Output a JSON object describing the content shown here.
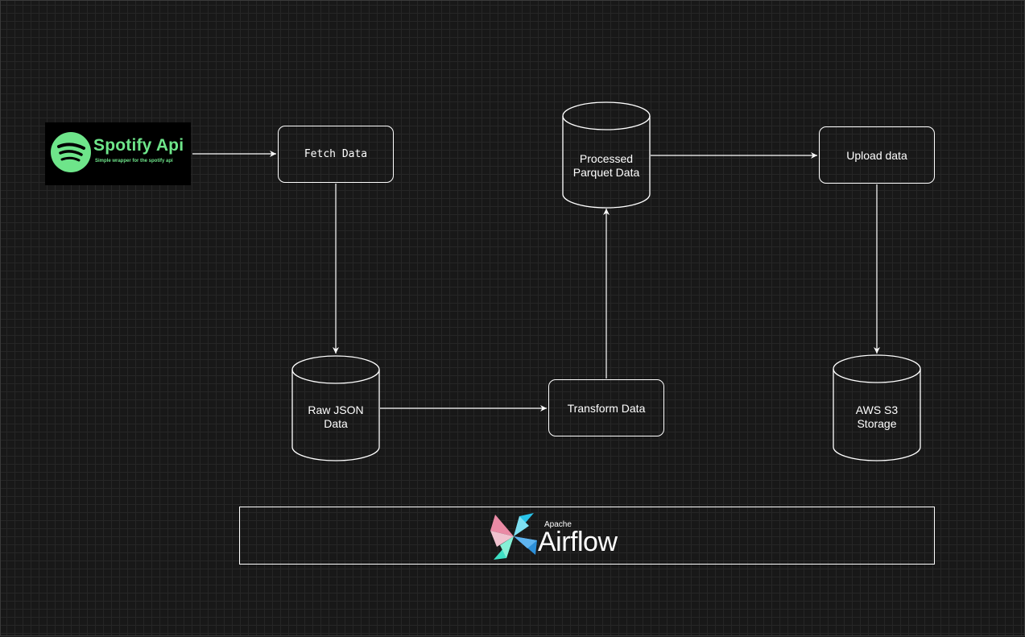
{
  "diagram": {
    "nodes": {
      "fetch": "Fetch Data",
      "raw_line1": "Raw JSON",
      "raw_line2": "Data",
      "transform": "Transform Data",
      "processed_line1": "Processed",
      "processed_line2": "Parquet Data",
      "upload": "Upload data",
      "s3_line1": "AWS S3",
      "s3_line2": "Storage"
    },
    "spotify": {
      "title": "Spotify Api",
      "subtitle": "Simple wrapper for the spotify api",
      "brand_color": "#6ee58a",
      "icon": "spotify-icon"
    },
    "airflow": {
      "prefix": "Apache",
      "name": "Airflow",
      "icon": "airflow-pinwheel-icon"
    },
    "edges": [
      {
        "from": "spotify",
        "to": "fetch"
      },
      {
        "from": "fetch",
        "to": "raw"
      },
      {
        "from": "raw",
        "to": "transform"
      },
      {
        "from": "transform",
        "to": "processed"
      },
      {
        "from": "processed",
        "to": "upload"
      },
      {
        "from": "upload",
        "to": "s3"
      }
    ],
    "colors": {
      "background": "#181818",
      "stroke": "#ffffff"
    }
  }
}
